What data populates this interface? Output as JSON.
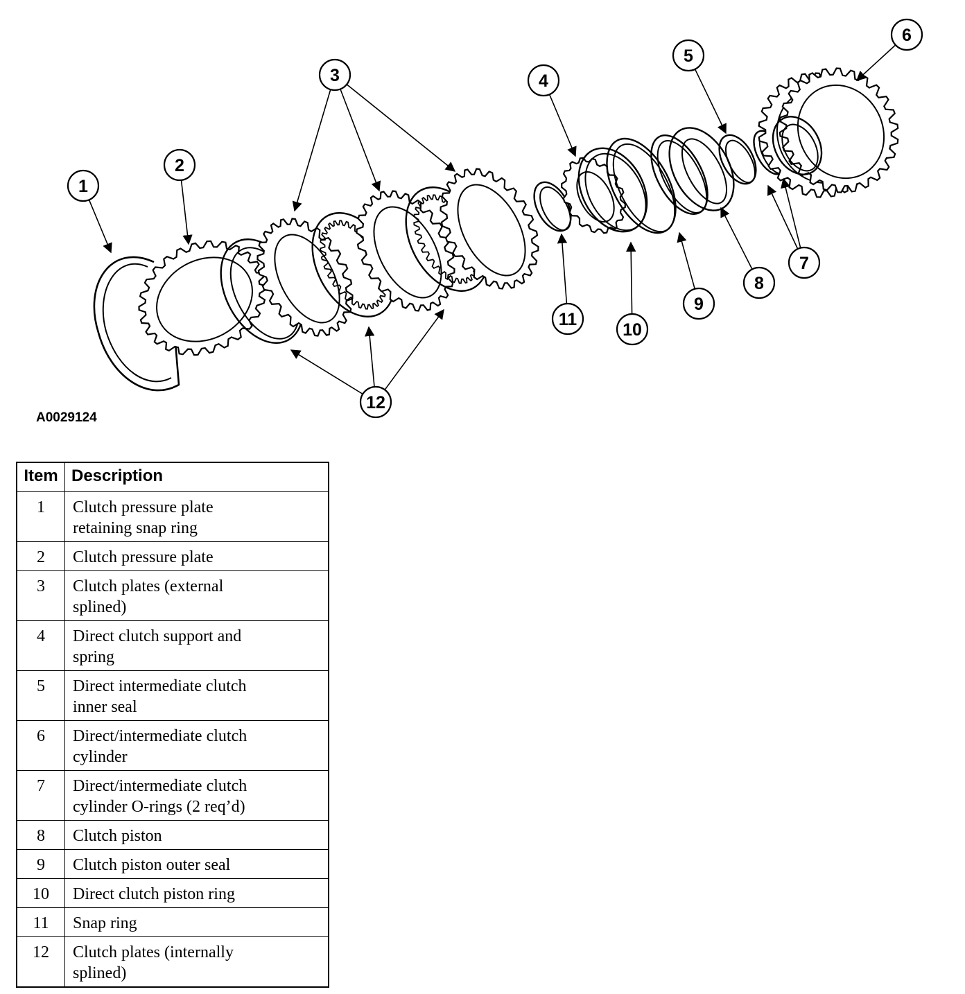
{
  "figure": {
    "id": "A0029124",
    "callouts": [
      "1",
      "2",
      "3",
      "4",
      "5",
      "6",
      "7",
      "8",
      "9",
      "10",
      "11",
      "12"
    ]
  },
  "table": {
    "headers": {
      "item": "Item",
      "description": "Description"
    },
    "rows": [
      {
        "item": "1",
        "lines": [
          "Clutch pressure plate",
          "retaining snap ring"
        ]
      },
      {
        "item": "2",
        "lines": [
          "Clutch pressure plate"
        ]
      },
      {
        "item": "3",
        "lines": [
          "Clutch plates (external",
          "splined)"
        ]
      },
      {
        "item": "4",
        "lines": [
          "Direct clutch support and",
          "spring"
        ]
      },
      {
        "item": "5",
        "lines": [
          "Direct intermediate clutch",
          "inner seal"
        ]
      },
      {
        "item": "6",
        "lines": [
          "Direct/intermediate clutch",
          "cylinder"
        ]
      },
      {
        "item": "7",
        "lines": [
          "Direct/intermediate clutch",
          "cylinder O-rings (2 req’d)"
        ]
      },
      {
        "item": "8",
        "lines": [
          "Clutch piston"
        ]
      },
      {
        "item": "9",
        "lines": [
          "Clutch piston outer seal"
        ]
      },
      {
        "item": "10",
        "lines": [
          "Direct clutch piston ring"
        ]
      },
      {
        "item": "11",
        "lines": [
          "Snap ring"
        ]
      },
      {
        "item": "12",
        "lines": [
          "Clutch plates (internally",
          "splined)"
        ]
      }
    ]
  }
}
